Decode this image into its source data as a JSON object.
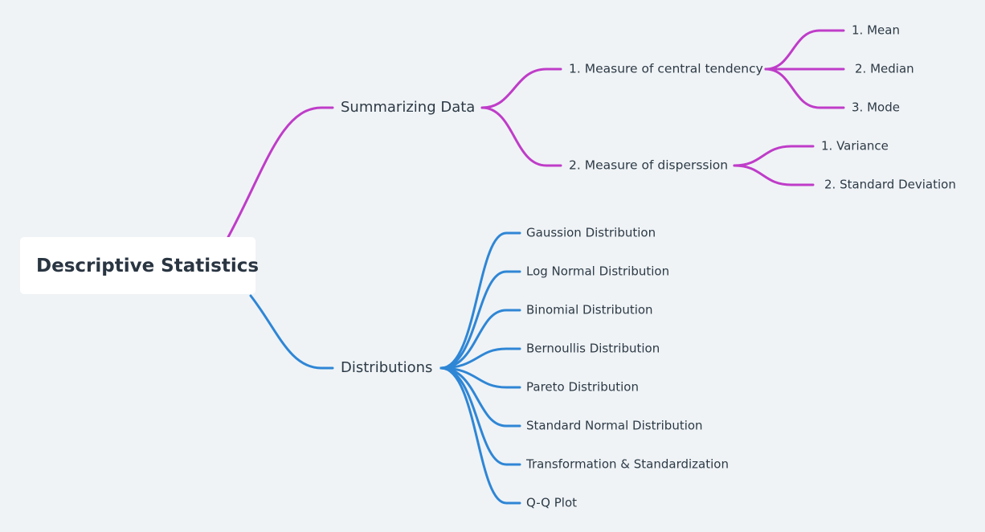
{
  "root": {
    "label": "Descriptive Statistics"
  },
  "colors": {
    "background": "#eff3f6",
    "summarizing_branch": "#bf3cc8",
    "distributions_branch": "#2f86d5",
    "text": "#2d3a45"
  },
  "summarizing": {
    "label": "Summarizing Data",
    "central_tendency": {
      "label": "1. Measure of central tendency",
      "items": [
        "1. Mean",
        "2. Median",
        "3. Mode"
      ]
    },
    "dispersion": {
      "label": "2. Measure of disperssion",
      "items": [
        "1. Variance",
        "2. Standard Deviation"
      ]
    }
  },
  "distributions": {
    "label": "Distributions",
    "items": [
      "Gaussion Distribution",
      "Log Normal Distribution",
      "Binomial Distribution",
      "Bernoullis Distribution",
      "Pareto Distribution",
      "Standard Normal Distribution",
      "Transformation & Standardization",
      "Q-Q Plot"
    ]
  }
}
